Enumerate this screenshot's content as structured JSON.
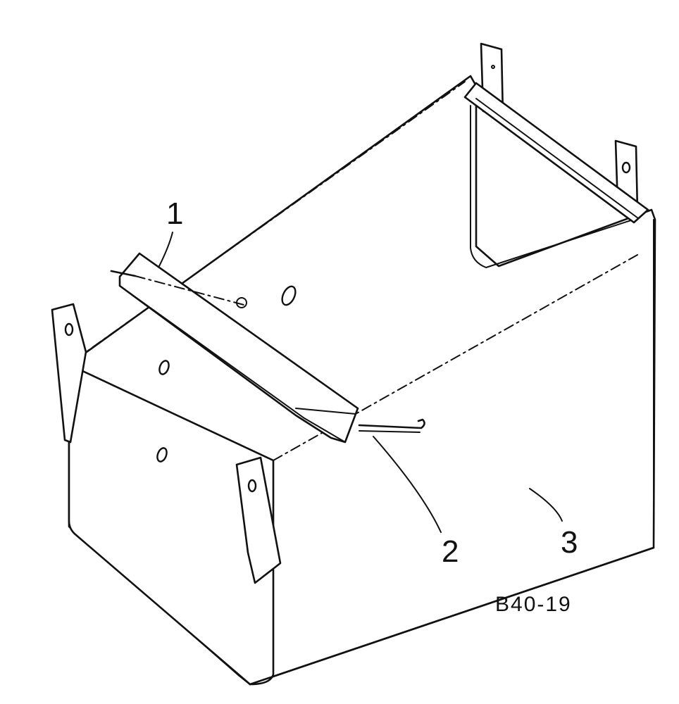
{
  "callouts": {
    "item_1": "1",
    "item_2": "2",
    "item_3": "3"
  },
  "figure_reference": "B40-19",
  "colors": {
    "line": "#111111",
    "background": "#ffffff"
  }
}
